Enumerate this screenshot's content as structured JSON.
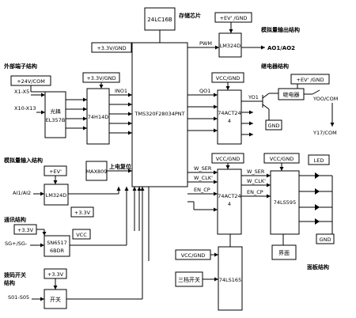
{
  "sections": {
    "storage_chip": "存储芯片",
    "analog_output": "模拟量输出结构",
    "external_terminal": "外部端子结构",
    "relay_structure": "继电器结构",
    "analog_input": "模拟量输入结构",
    "power_reset": "上电复位",
    "comm": "通讯结构",
    "dial_switch": "拨码开关\n结构",
    "panel": "面板结构"
  },
  "blocks": {
    "eeprom": "24LC16B",
    "dsp": "TMS320F28034PNT",
    "dac_amp": "LM324D",
    "optocoupler": "光耦\nEL357B",
    "schmitt": "74H14D",
    "buffer_relay": "74ACT24\n4",
    "relay": "继电器",
    "buffer_panel": "74ACT24\n4",
    "shift_out": "74LS595",
    "shift_in": "74LS165",
    "reset": "MAX809",
    "adc_amp": "LM324D",
    "rs485": "SN6517\n6BDR",
    "switch": "开关",
    "three_pos_switch": "三档开关",
    "interface": "界面"
  },
  "supplies": {
    "eeprom_supply": "+3.3V/GND",
    "dac_supply": "+EV' /GND",
    "ext_supply": "+24V/COM",
    "schmitt_supply": "+3.3V/GND",
    "relay_vcc": "VCC/GND",
    "relay_ev": "+EV' /GND",
    "relay_gnd": "GND",
    "adc_ev": "+EV'",
    "adc_33": "+3.3V",
    "comm_33": "+3.3V",
    "comm_vcc": "VCC",
    "dial_33": "+3.3V",
    "panel_vcc": "VCC/GND",
    "shift_vcc": "VCC/GND",
    "in_vcc": "VCC/GND",
    "panel_gnd": "GND"
  },
  "signals": {
    "pwm": "PWM",
    "ao": "AO1/AO2",
    "x1x5": "X1-X5",
    "x10x13": "X10-X13",
    "ino1": "INO1",
    "qo1": "QO1",
    "yo1": "YO1",
    "yoo": "YOO/COM",
    "y17": "Y17/COM",
    "ai": "AI1/AI2",
    "sg": "SG+/SG-",
    "s01": "S01-S05",
    "w_ser_a": "W_SER",
    "w_clk_a": "W_CLK'",
    "en_cp": "EN_CP",
    "w_ser_b": "W_SER",
    "w_clk_b": "W_CLK'",
    "en_cp_b": "EN_CP",
    "led": "LED"
  }
}
